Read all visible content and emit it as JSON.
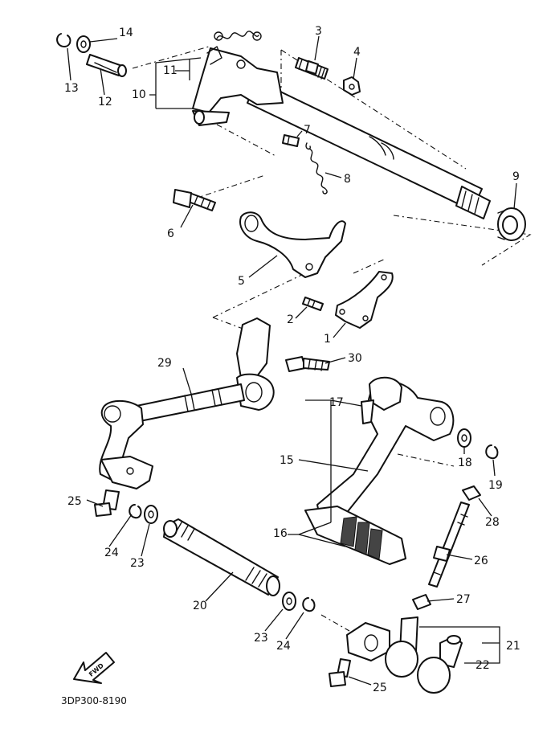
{
  "diagram": {
    "code": "3DP300-8190",
    "direction_label": "FWD",
    "callouts": [
      "1",
      "2",
      "3",
      "4",
      "5",
      "6",
      "7",
      "8",
      "9",
      "10",
      "11",
      "12",
      "13",
      "14",
      "15",
      "16",
      "17",
      "18",
      "19",
      "20",
      "21",
      "22",
      "23",
      "24",
      "25",
      "26",
      "27",
      "28",
      "29",
      "30",
      "23",
      "24",
      "25"
    ]
  }
}
